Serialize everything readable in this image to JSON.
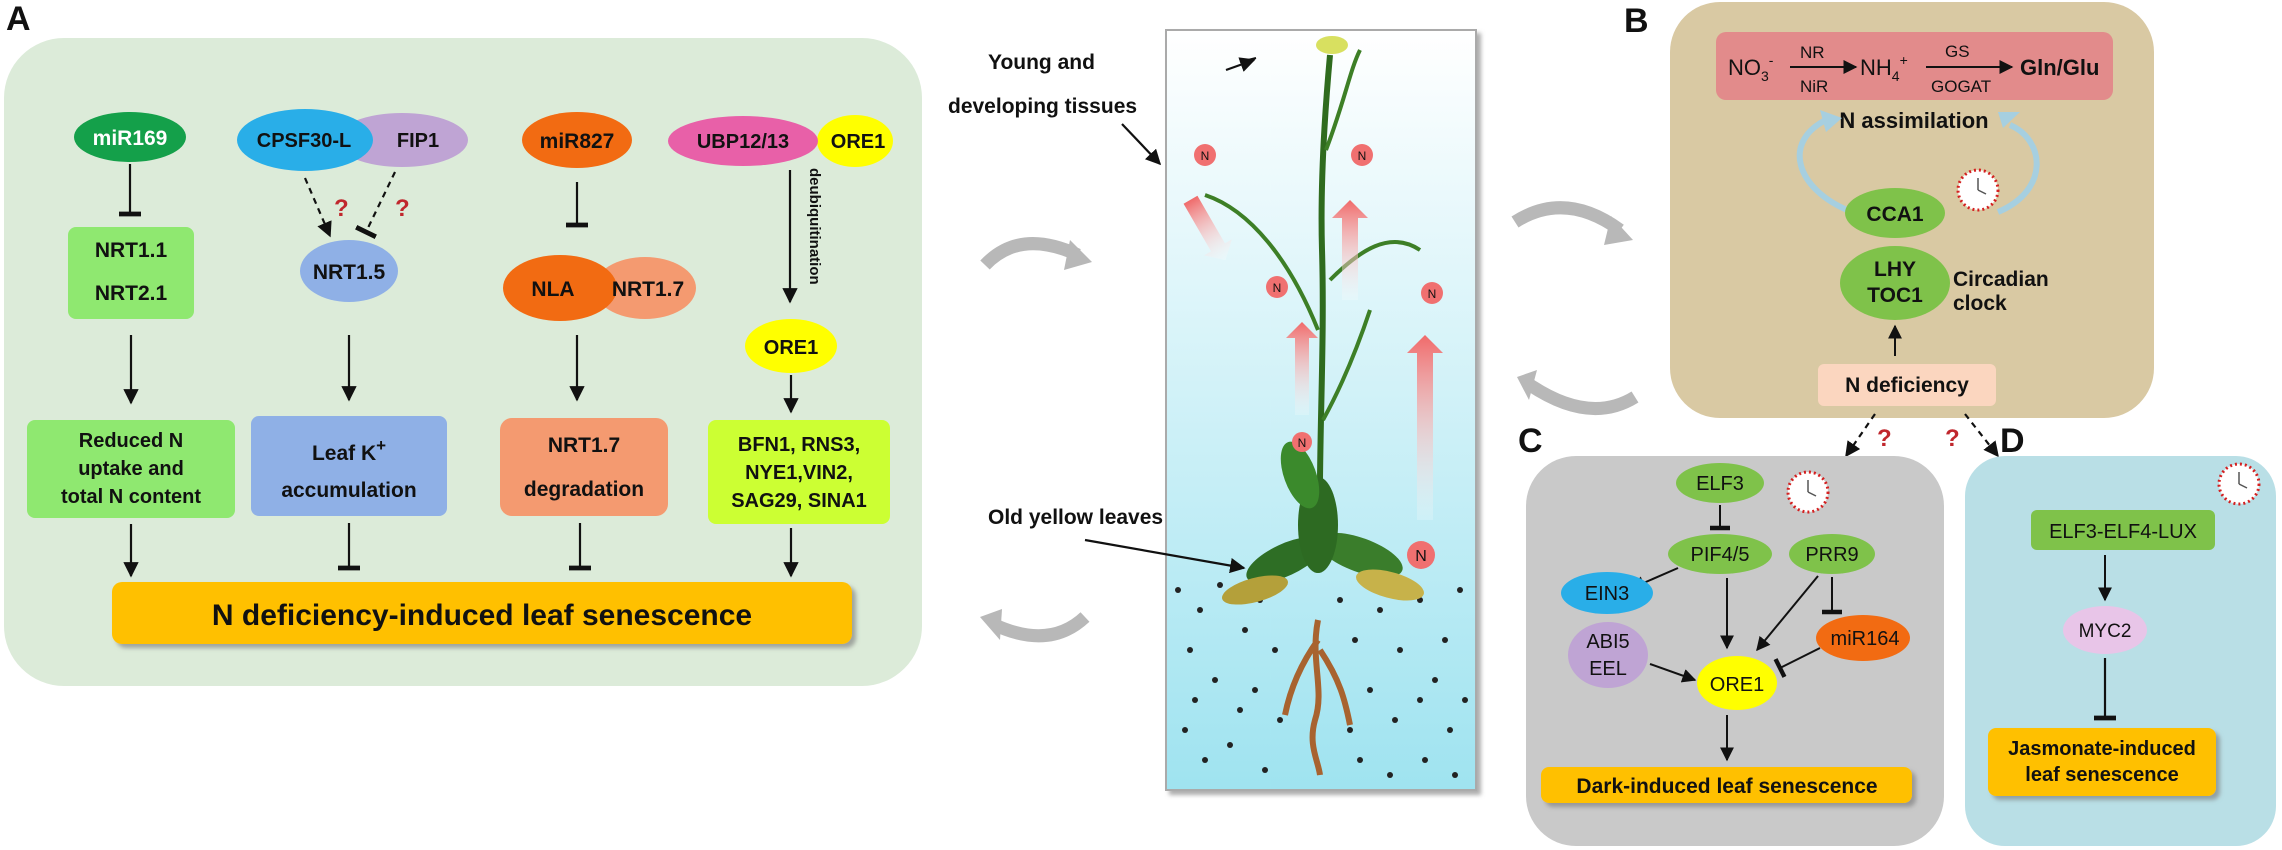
{
  "panel_a": {
    "label": "A",
    "pathway_1": {
      "regulator": "miR169",
      "target_a": "NRT1.1",
      "target_b": "NRT2.1",
      "outcome_line1": "Reduced N",
      "outcome_line2": "uptake and",
      "outcome_line3": "total N content"
    },
    "pathway_2": {
      "protein_a": "CPSF30-L",
      "protein_b": "FIP1",
      "unknown_mark": "?",
      "target": "NRT1.5",
      "outcome_line1": "Leaf K",
      "outcome_sup": "+",
      "outcome_line2": "accumulation"
    },
    "pathway_3": {
      "regulator": "miR827",
      "partner_a": "NLA",
      "partner_b": "NRT1.7",
      "outcome_line1": "NRT1.7",
      "outcome_line2": "degradation"
    },
    "pathway_4": {
      "protein_a": "UBP12/13",
      "protein_b": "ORE1",
      "process": "deubiquitination",
      "product": "ORE1",
      "targets_line1": "BFN1, RNS3,",
      "targets_line2": "NYE1,VIN2,",
      "targets_line3": "SAG29, SINA1"
    },
    "result": "N deficiency-induced leaf senescence"
  },
  "plant": {
    "label_young_line1": "Young and",
    "label_young_line2": "developing tissues",
    "label_old": "Old yellow leaves",
    "n_marker": "N"
  },
  "panel_b": {
    "label": "B",
    "nitrate": "NO",
    "nitrate_sub": "3",
    "nitrate_sup": "-",
    "enzyme_nr": "NR",
    "enzyme_nir": "NiR",
    "ammonium": "NH",
    "ammonium_sub": "4",
    "ammonium_sup": "+",
    "enzyme_gs": "GS",
    "enzyme_gogat": "GOGAT",
    "product": "Gln/Glu",
    "process": "N assimilation",
    "gene_cca1": "CCA1",
    "gene_lhy": "LHY",
    "gene_toc1": "TOC1",
    "clock_line1": "Circadian",
    "clock_line2": "clock",
    "trigger": "N deficiency",
    "unknown_mark": "?"
  },
  "panel_c": {
    "label": "C",
    "elf3": "ELF3",
    "pif": "PIF4/5",
    "prr9": "PRR9",
    "ein3": "EIN3",
    "abi5": "ABI5",
    "eel": "EEL",
    "mir164": "miR164",
    "ore1": "ORE1",
    "result": "Dark-induced leaf senescence"
  },
  "panel_d": {
    "label": "D",
    "complex": "ELF3-ELF4-LUX",
    "myc2": "MYC2",
    "result_line1": "Jasmonate-induced",
    "result_line2": "leaf senescence"
  },
  "colors": {
    "panel_a_bg": "#dcebd9",
    "panel_b_bg": "#d9c9a3",
    "panel_c_bg": "#c9c9c9",
    "panel_d_bg": "#b9dfe6",
    "green_oval": "#7fc24a",
    "dark_green": "#14a04a",
    "light_green_box": "#8fe870",
    "blue_oval": "#29aee8",
    "lavender": "#bfa4d4",
    "orange": "#f26b12",
    "salmon": "#f49a70",
    "pink": "#e860a8",
    "yellow": "#ffff00",
    "lime_box": "#ccff33",
    "gold": "#ffc000",
    "periwinkle": "#8fb0e6",
    "rose_box": "#e28b8b",
    "peach": "#fbd6bf"
  }
}
